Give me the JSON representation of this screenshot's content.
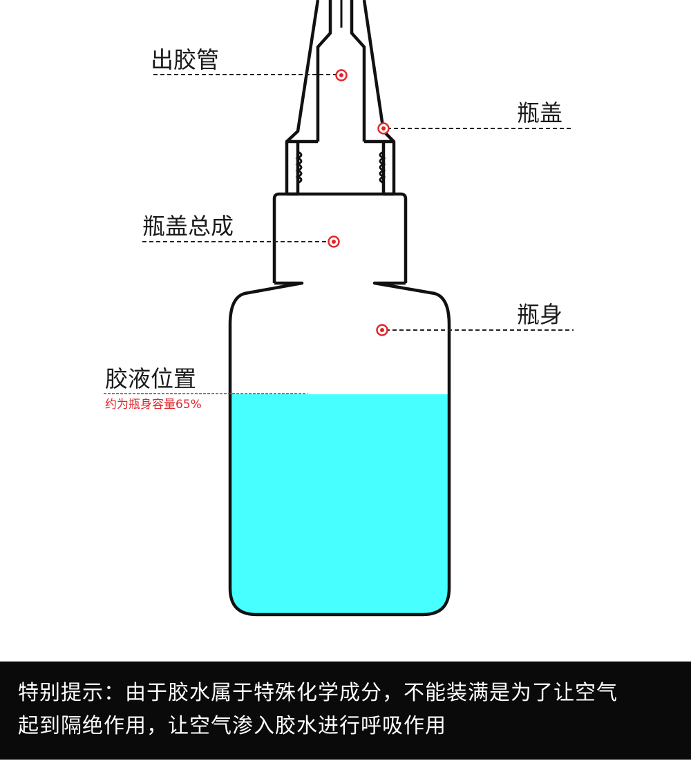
{
  "diagram": {
    "labels": {
      "nozzle": "出胶管",
      "cap": "瓶盖",
      "cap_assembly": "瓶盖总成",
      "body": "瓶身",
      "glue_level": "胶液位置",
      "glue_level_note": "约为瓶身容量65%"
    },
    "fill_fraction": 0.65,
    "colors": {
      "glue": "#47ffff",
      "outline": "#111111",
      "marker": "#e0262b",
      "note": "#e0262b"
    }
  },
  "notice": {
    "line1": "特别提示：由于胶水属于特殊化学成分，不能装满是为了让空气",
    "line2": "起到隔绝作用，让空气渗入胶水进行呼吸作用"
  }
}
